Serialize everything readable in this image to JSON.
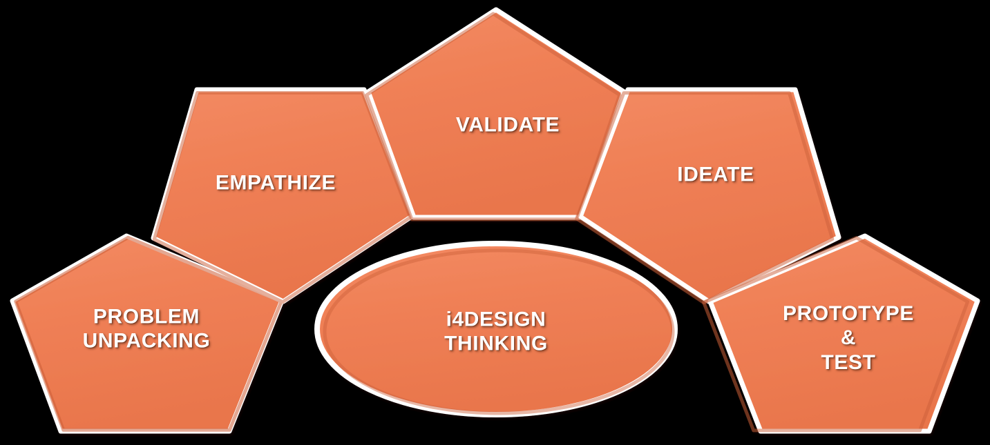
{
  "diagram": {
    "title": "i4DESIGN THINKING process diagram",
    "background_color": "#000000",
    "shape_fill_color": "#EF7F55",
    "shape_outline_color": "#FFFFFF",
    "shape_bevel_dark_color": "#D0633C",
    "label_color": "#FFFFFF",
    "center": {
      "id": "center-hub",
      "shape": "ellipse",
      "label": "i4DESIGN\nTHINKING",
      "line1": "i4DESIGN",
      "line2": "THINKING"
    },
    "nodes": [
      {
        "id": "problem-unpacking",
        "shape": "pentagon",
        "label": "PROBLEM\nUNPACKING",
        "line1": "PROBLEM",
        "line2": "UNPACKING",
        "position": "bottom-left"
      },
      {
        "id": "empathize",
        "shape": "pentagon",
        "label": "EMPATHIZE",
        "position": "upper-left"
      },
      {
        "id": "validate",
        "shape": "pentagon",
        "label": "VALIDATE",
        "position": "top-center"
      },
      {
        "id": "ideate",
        "shape": "pentagon",
        "label": "IDEATE",
        "position": "upper-right"
      },
      {
        "id": "prototype-test",
        "shape": "pentagon",
        "label": "PROTOTYPE\n&\nTEST",
        "line1": "PROTOTYPE",
        "line2": "&",
        "line3": "TEST",
        "position": "bottom-right"
      }
    ]
  }
}
